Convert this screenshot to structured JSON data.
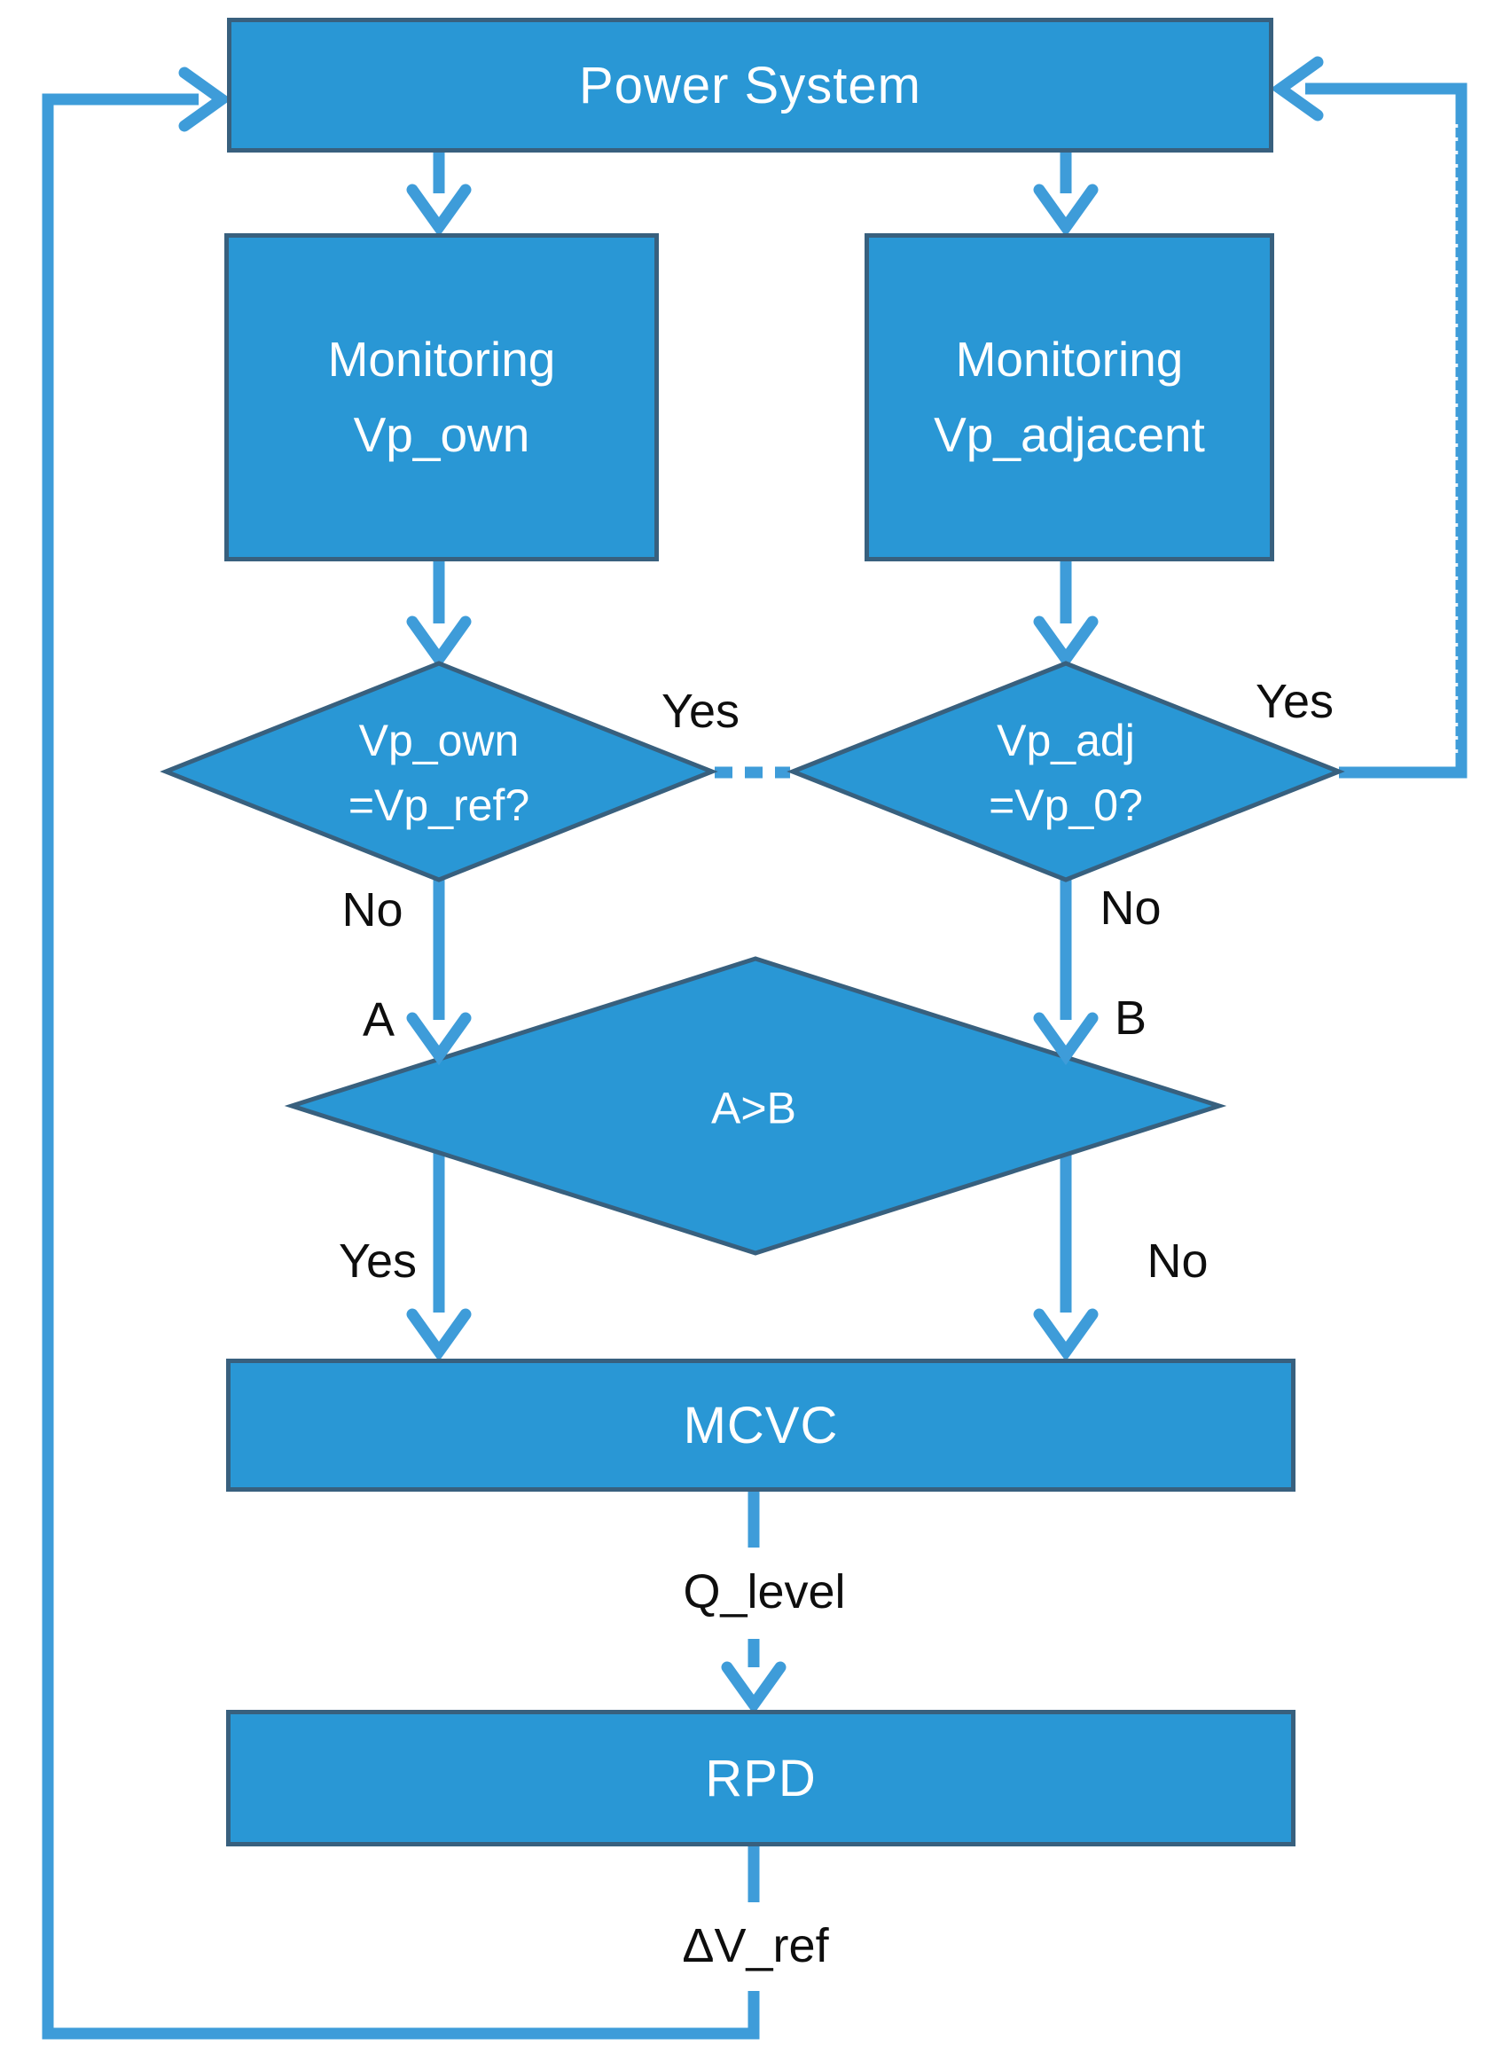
{
  "colors": {
    "background": "#ffffff",
    "node_fill": "#2997d5",
    "node_border": "#38607e",
    "connector": "#3e9cd9",
    "node_text": "#ffffff",
    "label_text": "#0e0e0e"
  },
  "nodes": {
    "power_system": {
      "label": "Power System"
    },
    "monitoring_own": {
      "line1": "Monitoring",
      "line2": "Vp_own"
    },
    "monitoring_adjacent": {
      "line1": "Monitoring",
      "line2": "Vp_adjacent"
    },
    "decision_own": {
      "line1": "Vp_own",
      "line2": "=Vp_ref?"
    },
    "decision_adjacent": {
      "line1": "Vp_adj",
      "line2": "=Vp_0?"
    },
    "decision_compare": {
      "label": "A>B"
    },
    "mcvc": {
      "label": "MCVC"
    },
    "rpd": {
      "label": "RPD"
    }
  },
  "edge_labels": {
    "yes_own": "Yes",
    "yes_adjacent": "Yes",
    "no_own": "No",
    "no_adjacent": "No",
    "a": "A",
    "b": "B",
    "yes_compare": "Yes",
    "no_compare": "No",
    "q_level": "Q_level",
    "delta_v_ref": "ΔV_ref"
  }
}
